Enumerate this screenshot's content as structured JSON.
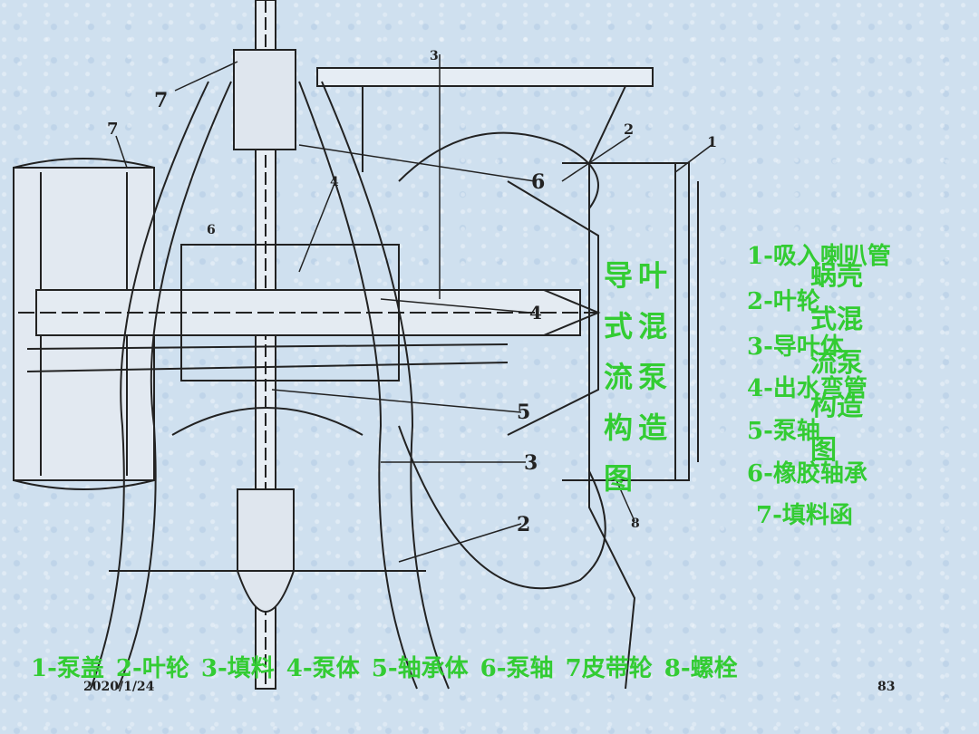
{
  "drawing": {
    "labels": {
      "l7a": "7",
      "l7b": "7",
      "l3": "3",
      "l2": "2",
      "l1": "1",
      "l6big": "6",
      "l4": "4",
      "l6small": "6",
      "l4b": "4",
      "l5": "5",
      "l3b": "3",
      "l2b": "2",
      "l8": "8"
    }
  },
  "overlay": {
    "title_left": "导叶式混流泵构造图",
    "title_right": "蜗壳式混流泵构造图",
    "legend": [
      "1-吸入喇叭管",
      "2-叶轮",
      "3-导叶体",
      "4-出水弯管",
      "5-泵轴",
      "6-橡胶轴承",
      "7-填料函"
    ],
    "caption": "1-泵盖 2-叶轮 3-填料 4-泵体 5-轴承体 6-泵轴 7皮带轮 8-螺栓"
  },
  "footer": {
    "date": "2020/1/24",
    "page": "83"
  },
  "colors": {
    "background": "#cfe0ef",
    "annotation_text": "#33cc33",
    "line": "#222222"
  }
}
